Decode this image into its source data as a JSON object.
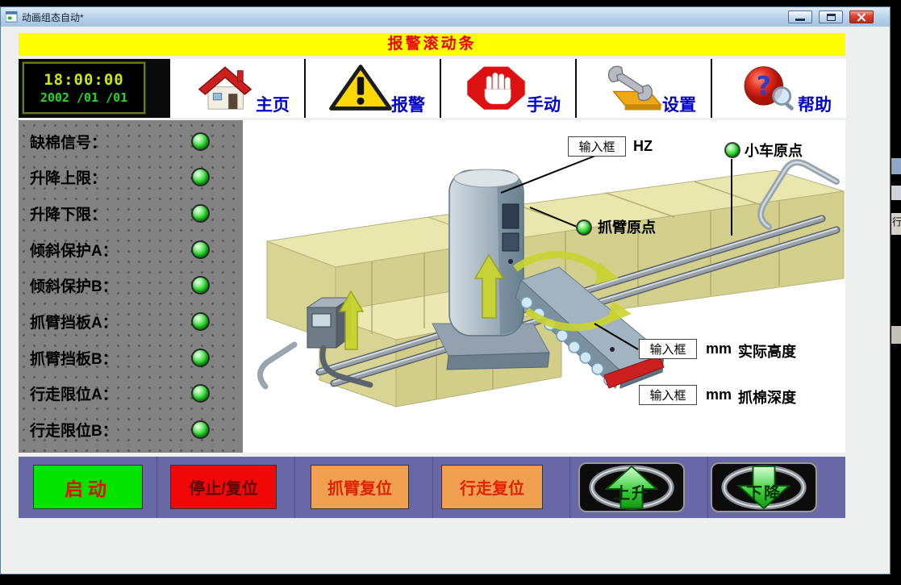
{
  "window": {
    "title": "动画组态自动*"
  },
  "alarm_bar": {
    "text": "报警滚动条"
  },
  "toolbar": {
    "clock": {
      "time": "18:00:00",
      "date": "2002 /01 /01"
    },
    "buttons": [
      {
        "label": "主页",
        "icon": "home-icon"
      },
      {
        "label": "报警",
        "icon": "alarm-icon"
      },
      {
        "label": "手动",
        "icon": "stop-hand-icon"
      },
      {
        "label": "设置",
        "icon": "wrench-icon"
      },
      {
        "label": "帮助",
        "icon": "help-icon"
      }
    ]
  },
  "status_panel": {
    "led_on_color": "#28d028",
    "items": [
      {
        "label": "缺棉信号：",
        "state": "on"
      },
      {
        "label": "升降上限：",
        "state": "on"
      },
      {
        "label": "升降下限：",
        "state": "on"
      },
      {
        "label": "倾斜保护A：",
        "state": "on"
      },
      {
        "label": "倾斜保护B：",
        "state": "on"
      },
      {
        "label": "抓臂挡板A：",
        "state": "on"
      },
      {
        "label": "抓臂挡板B：",
        "state": "on"
      },
      {
        "label": "行走限位A：",
        "state": "on"
      },
      {
        "label": "行走限位B：",
        "state": "on"
      }
    ]
  },
  "diagram": {
    "frequency_input": {
      "value": "输入框",
      "unit": "HZ"
    },
    "cart_origin": {
      "label": "小车原点",
      "state": "on"
    },
    "arm_origin": {
      "label": "抓臂原点",
      "state": "on"
    },
    "height_input": {
      "value": "输入框",
      "unit": "mm",
      "label": "实际高度"
    },
    "depth_input": {
      "value": "输入框",
      "unit": "mm",
      "label": "抓棉深度"
    }
  },
  "control_bar": {
    "buttons": [
      {
        "label": "启动",
        "color": "#00e400"
      },
      {
        "label": "停止/复位",
        "color": "#f00808"
      },
      {
        "label": "抓臂复位",
        "color": "#f0a050"
      },
      {
        "label": "行走复位",
        "color": "#f0a050"
      },
      {
        "label": "上升",
        "type": "arrow-up"
      },
      {
        "label": "下降",
        "type": "arrow-down"
      }
    ]
  },
  "edge_fragment": {
    "text": "行"
  }
}
